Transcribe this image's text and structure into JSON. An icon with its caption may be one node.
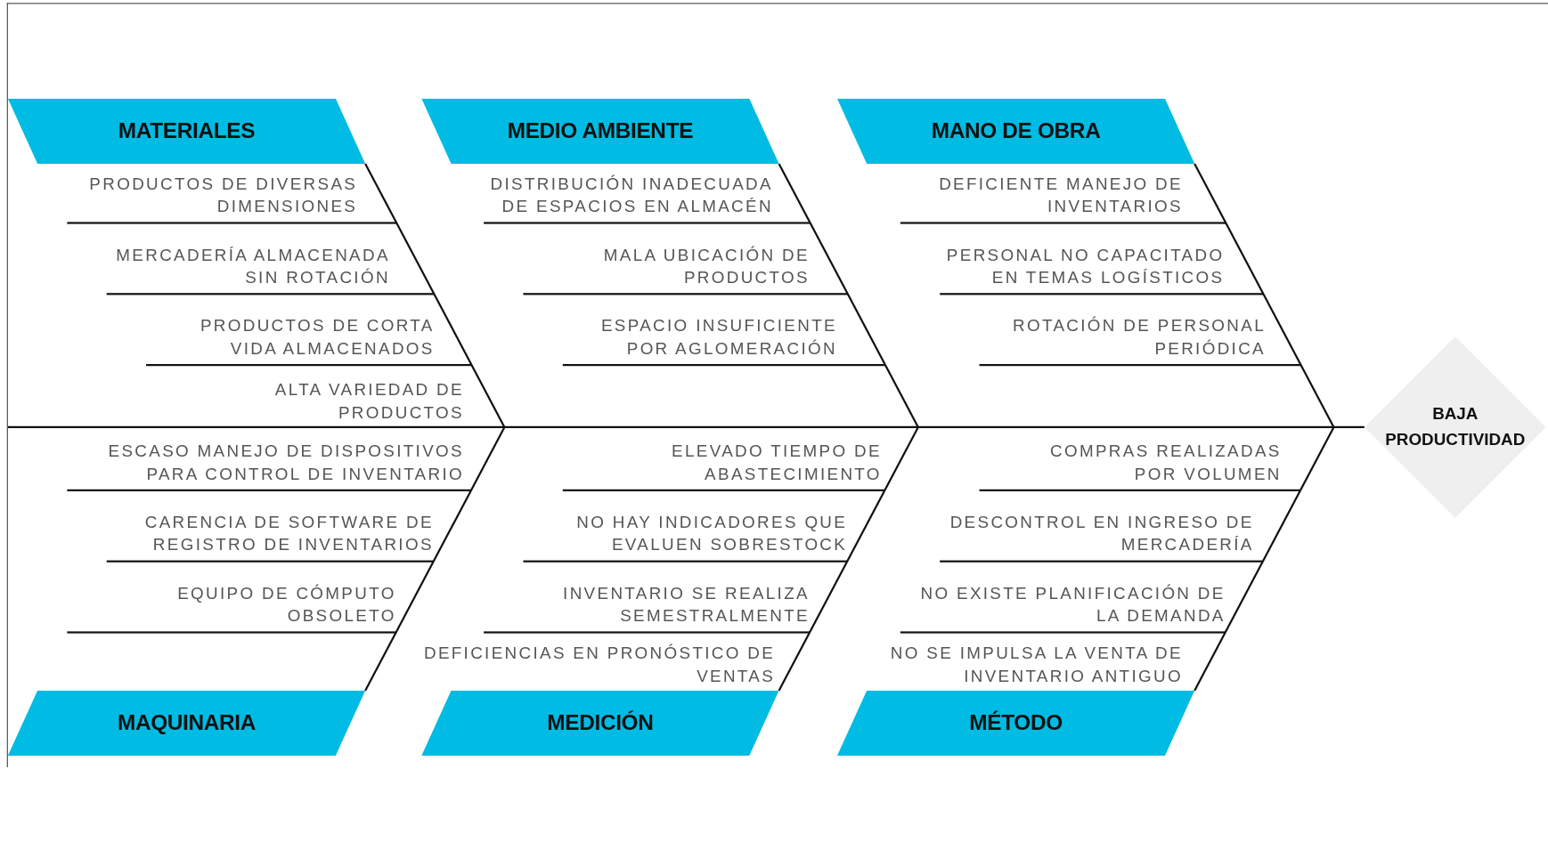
{
  "diagram": {
    "nodes": [
      {
        "text": [
          "MATERIALES"
        ]
      },
      {
        "text": [
          "PRODUCTOS DE DIVERSAS DIMENSIONES"
        ]
      },
      {
        "text": [
          "MERCADERÍA ALMACENADA SIN ROTACIÓN"
        ]
      },
      {
        "text": [
          "PRODUCTOS DE CORTA VIDA ALMACENADOS"
        ]
      },
      {
        "text": [
          "ALTA VARIEDAD DE PRODUCTOS"
        ]
      },
      {
        "text": [
          "MAQUINARIA"
        ]
      },
      {
        "text": [
          "ESCASO MANEJO DE DISPOSITIVOS PARA CONTROL DE INVENTARIO"
        ]
      },
      {
        "text": [
          "CARENCIA DE SOFTWARE DE REGISTRO DE INVENTARIOS"
        ]
      },
      {
        "text": [
          "EQUIPO DE CÓMPUTO OBSOLETO"
        ]
      },
      {
        "text": [
          "MEDIO AMBIENTE"
        ]
      },
      {
        "text": [
          "DISTRIBUCIÓN INADECUADA DE ESPACIOS EN ALMACÉN"
        ]
      },
      {
        "text": [
          "MALA UBICACIÓN DE PRODUCTOS"
        ]
      },
      {
        "text": [
          "ESPACIO INSUFICIENTE POR AGLOMERACIÓN"
        ]
      },
      {
        "text": [
          "MEDICIÓN"
        ]
      },
      {
        "text": [
          "ELEVADO TIEMPO DE ABASTECIMIENTO"
        ]
      },
      {
        "text": [
          "NO HAY INDICADORES QUE EVALUEN SOBRESTOCK"
        ]
      },
      {
        "text": [
          "INVENTARIO SE REALIZA SEMESTRALMENTE"
        ]
      },
      {
        "text": [
          "DEFICIENCIAS EN PRONÓSTICO DE VENTAS"
        ]
      },
      {
        "text": [
          "MANO DE OBRA"
        ]
      },
      {
        "text": [
          "DEFICIENTE MANEJO DE INVENTARIOS"
        ]
      },
      {
        "text": [
          "PERSONAL NO CAPACITADO EN TEMAS LOGÍSTICOS"
        ]
      },
      {
        "text": [
          "ROTACIÓN DE PERSONAL PERIÓDICA"
        ]
      },
      {
        "text": [
          "MÉTODO"
        ]
      },
      {
        "text": [
          "COMPRAS REALIZADAS POR VOLUMEN"
        ]
      },
      {
        "text": [
          "DESCONTROL EN INGRESO DE MERCADERÍA"
        ]
      },
      {
        "text": [
          "NO EXISTE PLANIFICACIÓN DE LA DEMANDA"
        ]
      },
      {
        "text": [
          "NO SE IMPULSA LA VENTA DE INVENTARIO ANTIGUO"
        ]
      },
      {
        "text": [
          "BAJA PRODUCTIVIDAD"
        ]
      }
    ],
    "edges": [
      {
        "from": 0,
        "to": null,
        "arrow": "none"
      },
      {
        "from": 5,
        "to": null,
        "arrow": "none"
      },
      {
        "from": 9,
        "to": null,
        "arrow": "none"
      },
      {
        "from": 13,
        "to": null,
        "arrow": "none"
      },
      {
        "from": 18,
        "to": null,
        "arrow": "none"
      },
      {
        "from": 22,
        "to": null,
        "arrow": "none"
      },
      {
        "from": null,
        "to": 27,
        "arrow": "none"
      }
    ]
  }
}
